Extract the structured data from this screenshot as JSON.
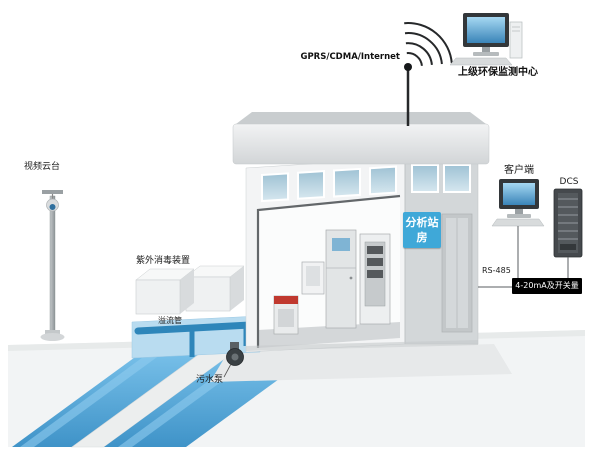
{
  "labels": {
    "gprs": "GPRS/CDMA/Internet",
    "monitoring_center": "上级环保监测中心",
    "client": "客户端",
    "dcs": "DCS",
    "rs485": "RS-485",
    "analog_io": "4-20mA及开关量",
    "station_sign": "分析站房",
    "camera": "视频云台",
    "uv_device": "紫外消毒装置",
    "overflow_pipe": "溢流管",
    "sewage_pump": "污水泵"
  },
  "colors": {
    "station_sign_bg": "#3FA8D8",
    "water": "#4D9FD2",
    "pipe": "#2E86BA",
    "analog_io_bg": "#000000",
    "analog_io_text": "#FFFFFF",
    "screen_blue": "#5FA8D6"
  }
}
